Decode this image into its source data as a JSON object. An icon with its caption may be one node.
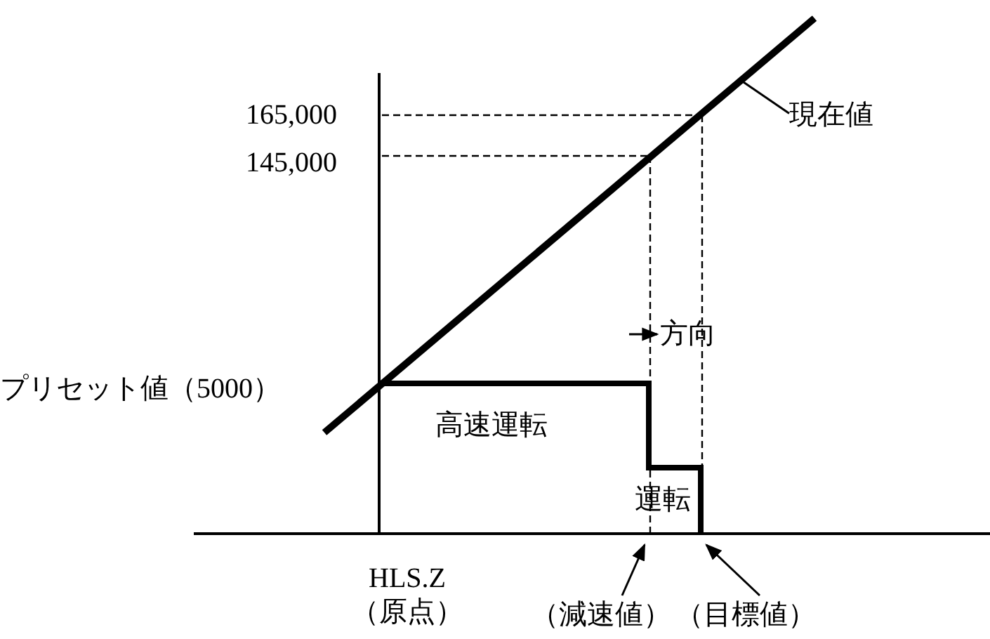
{
  "diagram": {
    "nodes": [
      {
        "text": [
          "現在値"
        ]
      },
      {
        "text": [],
        "shape": "line"
      },
      {
        "text": [
          "（減速値）"
        ]
      },
      {
        "text": [
          "（目標値）"
        ]
      }
    ],
    "edges": [
      {
        "from": 0,
        "to": 1,
        "arrow": "none"
      },
      {
        "from": 2,
        "to": null,
        "arrow": "to"
      },
      {
        "from": 3,
        "to": null,
        "arrow": "to"
      }
    ],
    "labels": [
      "165,000",
      "145,000",
      "方向",
      "プリセット値（5000）",
      "高速運転",
      "運転",
      "HLS.Z （原点）"
    ]
  }
}
